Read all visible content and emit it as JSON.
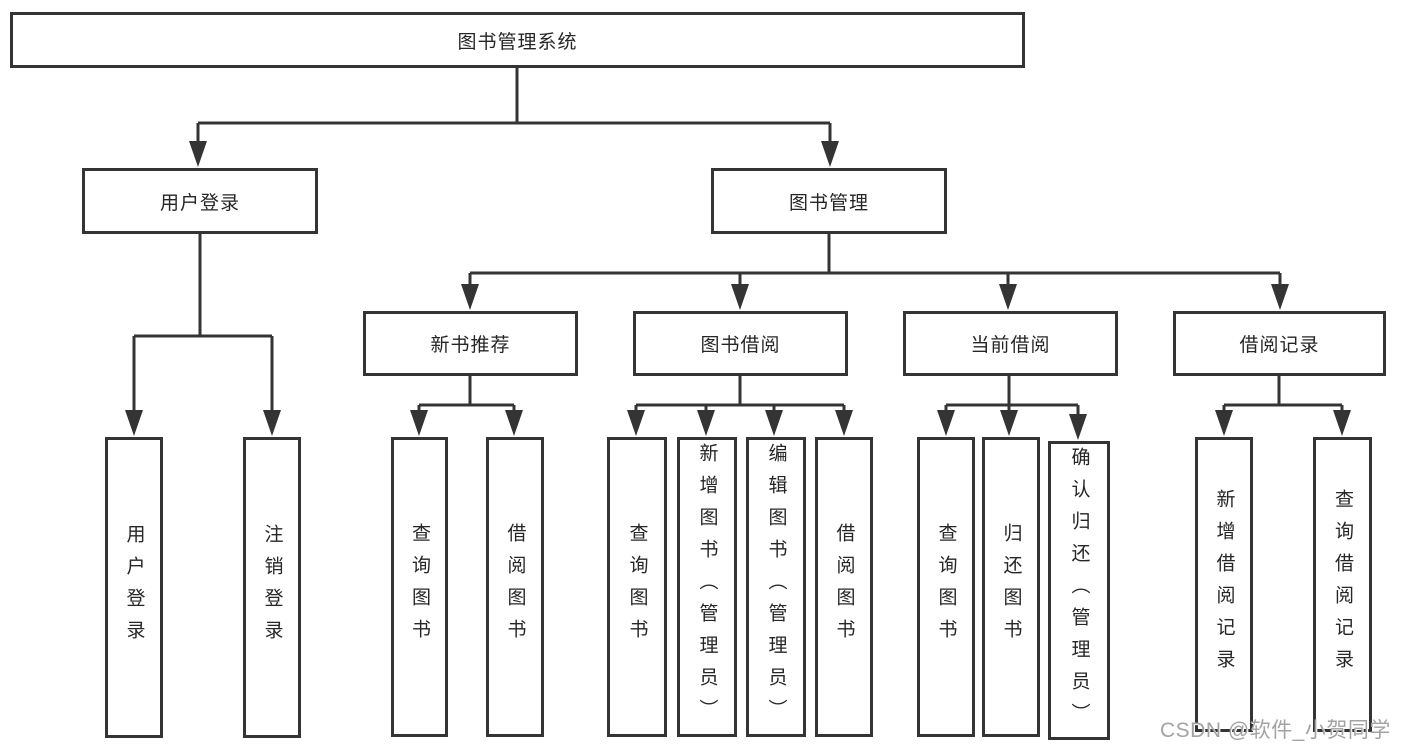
{
  "tree": {
    "root": {
      "label": "图书管理系统"
    },
    "branches": [
      {
        "label": "用户登录",
        "children": [
          {
            "label": "用户登录"
          },
          {
            "label": "注销登录"
          }
        ]
      },
      {
        "label": "图书管理",
        "sections": [
          {
            "label": "新书推荐",
            "children": [
              {
                "label": "查询图书"
              },
              {
                "label": "借阅图书"
              }
            ]
          },
          {
            "label": "图书借阅",
            "children": [
              {
                "label": "查询图书"
              },
              {
                "label": "新增图书（管理员）"
              },
              {
                "label": "编辑图书（管理员）"
              },
              {
                "label": "借阅图书"
              }
            ]
          },
          {
            "label": "当前借阅",
            "children": [
              {
                "label": "查询图书"
              },
              {
                "label": "归还图书"
              },
              {
                "label": "确认归还（管理员）"
              }
            ]
          },
          {
            "label": "借阅记录",
            "children": [
              {
                "label": "新增借阅记录"
              },
              {
                "label": "查询借阅记录"
              }
            ]
          }
        ]
      }
    ]
  },
  "watermark": {
    "text": "CSDN @软件_小贺同学"
  },
  "colors": {
    "line": "#343434",
    "box_border": "#343434",
    "box_fill": "#ffffff",
    "text": "#262626",
    "watermark": "#a3a3a3",
    "background": "#ffffff"
  }
}
